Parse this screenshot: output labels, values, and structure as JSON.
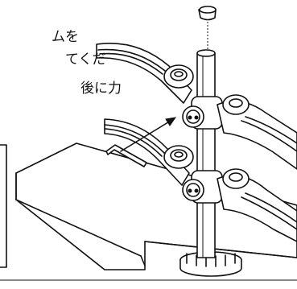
{
  "instructions": {
    "line1": "ムを",
    "line2": "てくだ",
    "line3": "後に力"
  },
  "colors": {
    "ink": "#111111",
    "paper": "#ffffff"
  }
}
